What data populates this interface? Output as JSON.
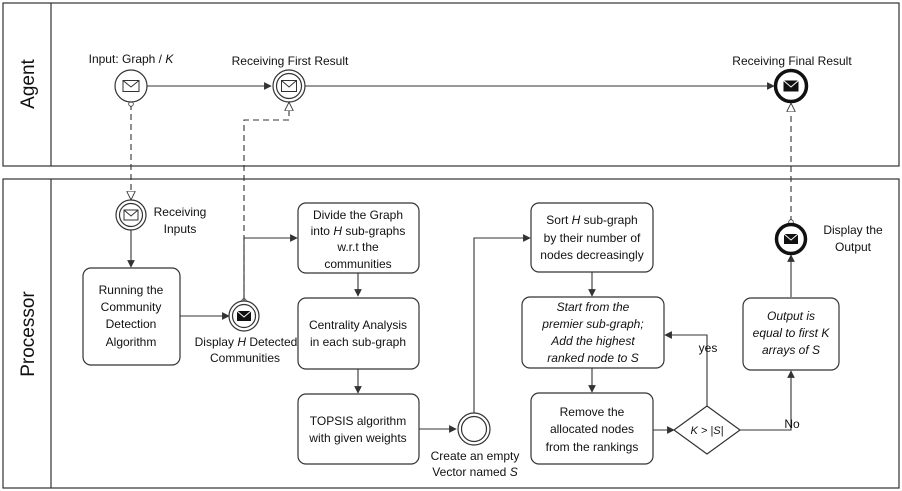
{
  "lanes": {
    "agent": "Agent",
    "processor": "Processor"
  },
  "events": {
    "input_label": "Input: Graph / ",
    "input_var": "K",
    "first_result": "Receiving First Result",
    "final_result": "Receiving Final Result",
    "receiving_inputs_1": "Receiving",
    "receiving_inputs_2": "Inputs",
    "display_detected_1a": "Display ",
    "display_detected_1b": "H",
    "display_detected_1c": " Detected",
    "display_detected_2": "Communities",
    "display_output_1": "Display the",
    "display_output_2": "Output",
    "create_vector_1": "Create an empty",
    "create_vector_2a": "Vector named ",
    "create_vector_2b": "S"
  },
  "tasks": {
    "community": [
      "Running the",
      "Community",
      "Detection",
      "Algorithm"
    ],
    "divide_1a": "Divide the Graph",
    "divide_2a": "into ",
    "divide_2b": "H",
    "divide_2c": " sub-graphs",
    "divide_3": "w.r.t the",
    "divide_4": "communities",
    "centrality": [
      "Centrality Analysis",
      "in each sub-graph"
    ],
    "topsis": [
      "TOPSIS algorithm",
      "with given weights"
    ],
    "sort_1a": "Sort ",
    "sort_1b": "H",
    "sort_1c": " sub-graph",
    "sort_2": "by their number of",
    "sort_3": "nodes decreasingly",
    "start": [
      "Start from the",
      "premier sub-graph;",
      "Add the highest",
      "ranked node to S"
    ],
    "remove": [
      "Remove the",
      "allocated nodes",
      "from the rankings"
    ],
    "output": [
      "Output is",
      "equal to first K",
      "arrays of S"
    ]
  },
  "gateway": {
    "condition": "K > |S|",
    "yes": "yes",
    "no": "No"
  },
  "colors": {
    "stroke": "#333333",
    "background": "#ffffff"
  }
}
